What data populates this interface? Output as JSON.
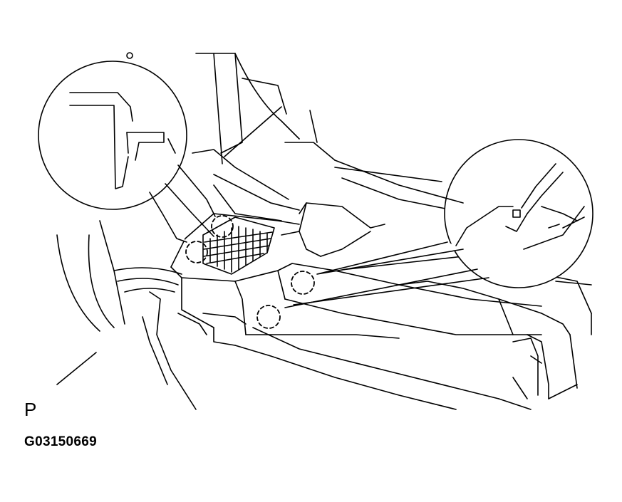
{
  "diagram": {
    "view_letter": "P",
    "figure_code": "G03150669",
    "line_color": "#000000",
    "background": "#ffffff",
    "callouts": [
      {
        "name": "upper-left-detail",
        "target": "grille-clip-left"
      },
      {
        "name": "right-detail",
        "target": "console-clip-right"
      }
    ]
  }
}
